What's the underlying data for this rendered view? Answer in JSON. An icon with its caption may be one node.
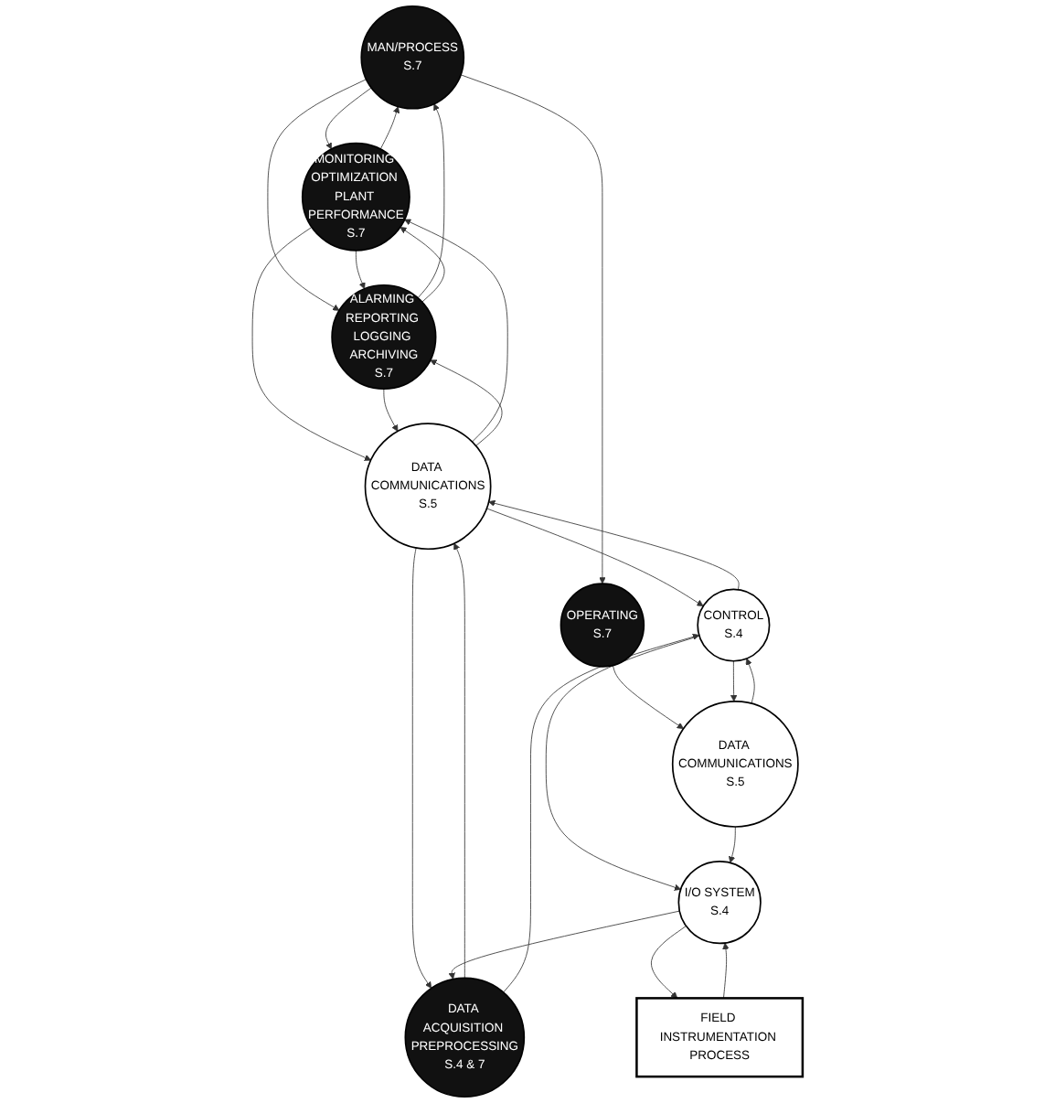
{
  "diagram": {
    "nodes": [
      {
        "text": [
          "MAN/PROCESS",
          "S.7"
        ]
      },
      {
        "text": [
          "MONITORING OPTIMIZATION PLANT PERFORMANCE",
          "S.7"
        ]
      },
      {
        "text": [
          "ALARMING REPORTING LOGGING ARCHIVING",
          "S.7"
        ]
      },
      {
        "text": [
          "OPERATING",
          "S.7"
        ]
      },
      {
        "text": [
          "DATA COMMUNICATIONS",
          "S.5"
        ]
      },
      {
        "text": [
          "CONTROL",
          "S.4"
        ]
      },
      {
        "text": [
          "DATA COMMUNICATIONS",
          "S.5"
        ]
      },
      {
        "text": [
          "DATA ACQUISITION PREPROCESSING",
          "S.4 & 7"
        ]
      },
      {
        "text": [
          "I/O SYSTEM",
          "S.4"
        ]
      },
      {
        "text": [
          "FIELD INSTRUMENTATION PROCESS"
        ]
      }
    ],
    "edges": [
      {
        "from": 0,
        "to": 1,
        "arrow": "to"
      },
      {
        "from": 1,
        "to": 0,
        "arrow": "to"
      },
      {
        "from": 2,
        "to": 0,
        "arrow": "to"
      },
      {
        "from": 0,
        "to": 2,
        "arrow": "to"
      },
      {
        "from": 0,
        "to": 3,
        "arrow": "to"
      },
      {
        "from": 1,
        "to": 2,
        "arrow": "to"
      },
      {
        "from": 2,
        "to": 1,
        "arrow": "to"
      },
      {
        "from": 1,
        "to": 4,
        "arrow": "to"
      },
      {
        "from": 4,
        "to": 1,
        "arrow": "to"
      },
      {
        "from": 4,
        "to": 2,
        "arrow": "to"
      },
      {
        "from": 2,
        "to": 4,
        "arrow": "to"
      },
      {
        "from": 3,
        "to": 6,
        "arrow": "to"
      },
      {
        "from": 4,
        "to": 5,
        "arrow": "to"
      },
      {
        "from": 5,
        "to": 4,
        "arrow": "to"
      },
      {
        "from": 5,
        "to": 6,
        "arrow": "to"
      },
      {
        "from": 6,
        "to": 5,
        "arrow": "to"
      },
      {
        "from": 4,
        "to": 7,
        "arrow": "to"
      },
      {
        "from": 7,
        "to": 4,
        "arrow": "to"
      },
      {
        "from": 7,
        "to": 5,
        "arrow": "to"
      },
      {
        "from": 5,
        "to": 8,
        "arrow": "to"
      },
      {
        "from": 6,
        "to": 8,
        "arrow": "to"
      },
      {
        "from": 8,
        "to": 7,
        "arrow": "to"
      },
      {
        "from": 8,
        "to": 9,
        "arrow": "to"
      },
      {
        "from": 9,
        "to": 8,
        "arrow": "to"
      }
    ]
  }
}
